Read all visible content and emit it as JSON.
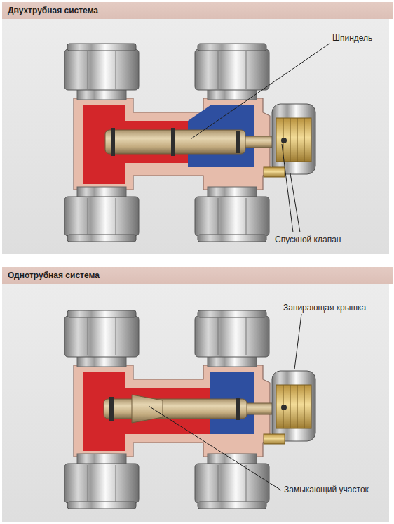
{
  "diagram": {
    "nodes": [
      {
        "text": [
          "Двухтрубная система"
        ]
      },
      {
        "text": [
          "Однотрубная система"
        ]
      }
    ],
    "labels": [
      "Шпиндель",
      "Спускной клапан",
      "Запирающая крышка",
      "Замыкающий участок"
    ]
  }
}
